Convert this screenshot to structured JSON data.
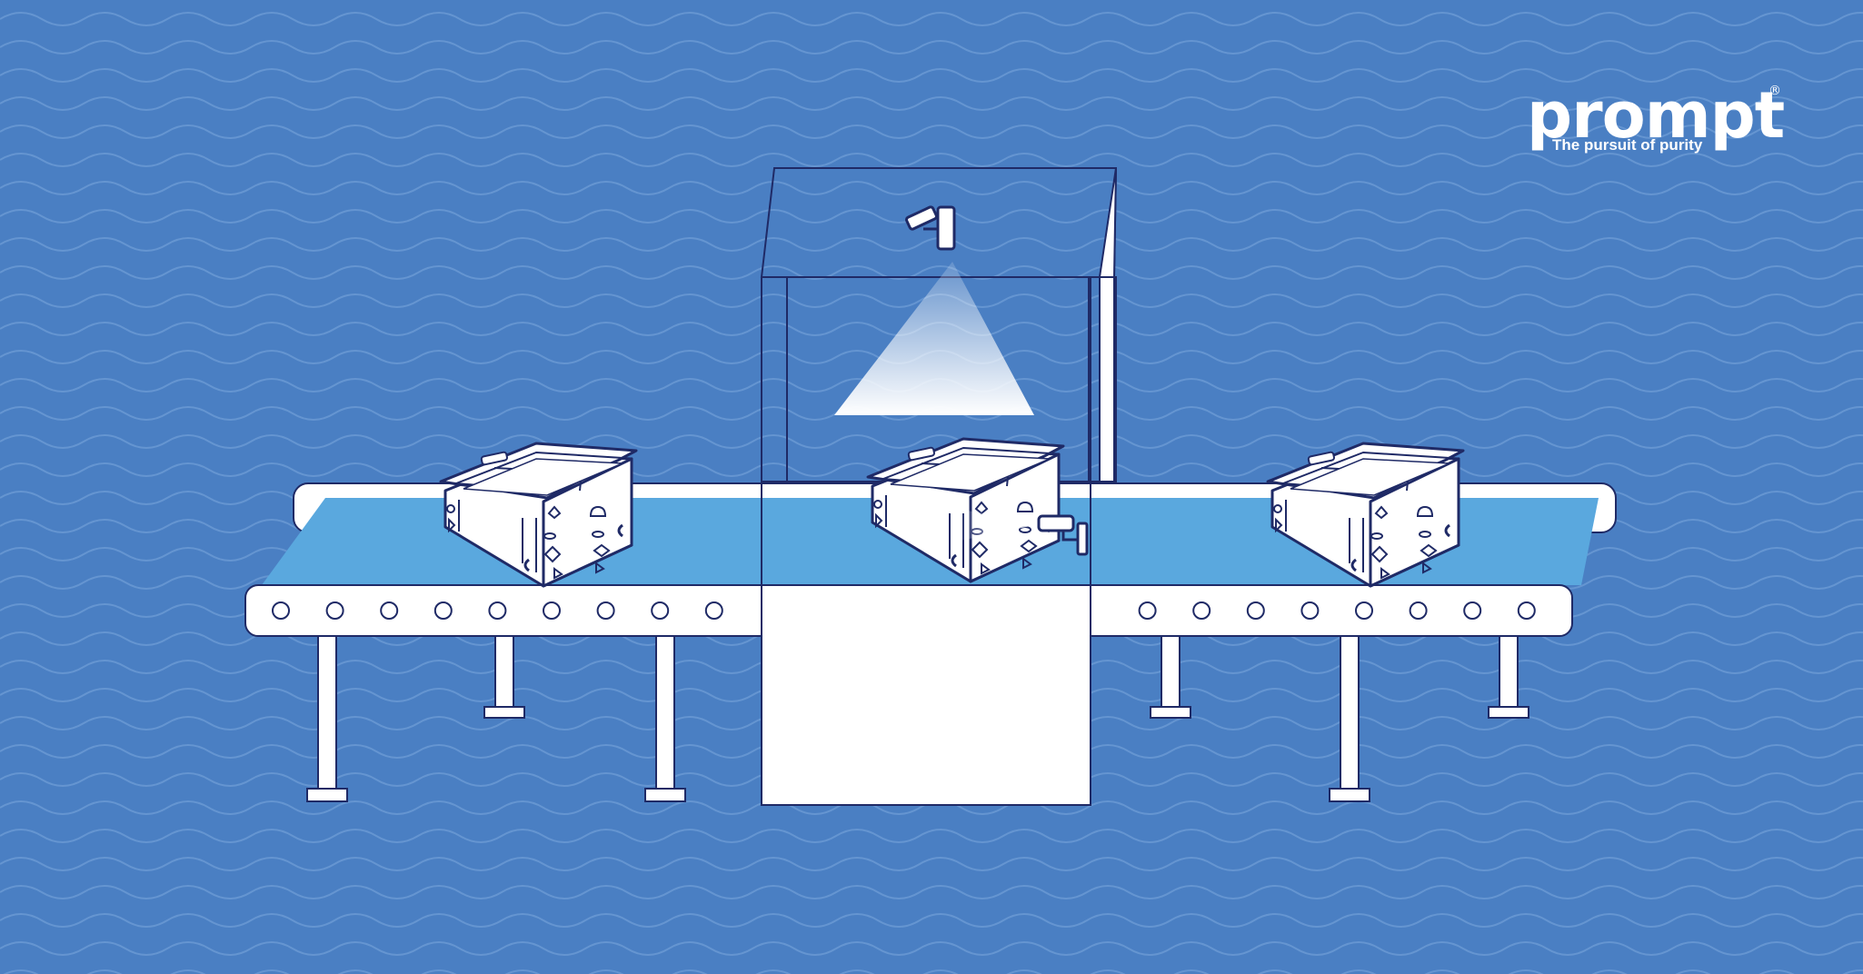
{
  "brand": {
    "name": "prompt",
    "registered_mark": "®",
    "tagline": "The pursuit of purity"
  },
  "colors": {
    "background": "#4a7fc3",
    "wave_lines": "#6a9ad4",
    "belt": "#5aa8de",
    "outline": "#1f2a66",
    "white": "#ffffff"
  },
  "scene": {
    "crates": [
      "crate-left",
      "crate-center-inspected",
      "crate-right"
    ],
    "icons": [
      "top-camera-icon",
      "side-camera-icon",
      "conveyor-belt",
      "inspection-booth"
    ]
  }
}
